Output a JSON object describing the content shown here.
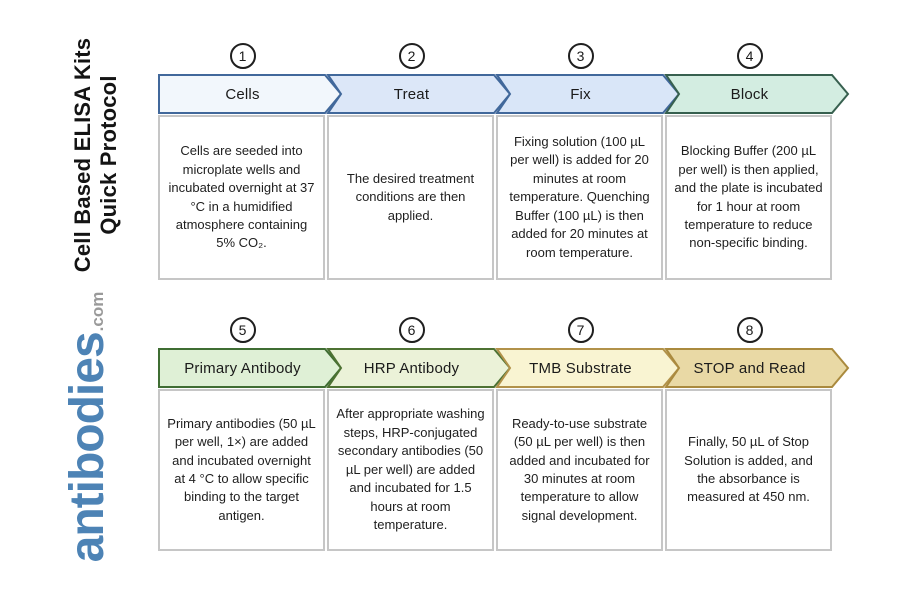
{
  "sidebar": {
    "title_line1": "Cell Based ELISA Kits",
    "title_line2": "Quick Protocol",
    "logo_text": "antibodies",
    "logo_suffix": ".com",
    "logo_color": "#4d83b5",
    "logo_suffix_color": "#9a9a9a"
  },
  "steps": [
    {
      "number": "1",
      "label": "Cells",
      "description": "Cells are seeded into microplate wells and incubated overnight at 37 °C in a humidified atmosphere containing 5% CO₂.",
      "fill": "#f2f7fc",
      "border": "#41689b"
    },
    {
      "number": "2",
      "label": "Treat",
      "description": "The desired treatment conditions are then applied.",
      "fill": "#dce7f8",
      "border": "#41689b"
    },
    {
      "number": "3",
      "label": "Fix",
      "description": "Fixing solution (100 µL per well) is added for 20 minutes at room temperature. Quenching Buffer (100 µL) is then added for 20 minutes at room temperature.",
      "fill": "#d9e6f8",
      "border": "#41689b"
    },
    {
      "number": "4",
      "label": "Block",
      "description": "Blocking Buffer (200 µL per well) is then applied, and the plate is incubated for 1 hour at room temperature to reduce non-specific binding.",
      "fill": "#d3ede1",
      "border": "#37604f"
    },
    {
      "number": "5",
      "label": "Primary Antibody",
      "description": "Primary antibodies (50 µL per well, 1×) are added and incubated overnight at 4 °C to allow specific binding to the target antigen.",
      "fill": "#dff0d6",
      "border": "#3f6d33"
    },
    {
      "number": "6",
      "label": "HRP Antibody",
      "description": "After appropriate washing steps, HRP-conjugated secondary antibodies (50 µL per well) are added and incubated for 1.5 hours at room temperature.",
      "fill": "#ebf2d8",
      "border": "#4e7233"
    },
    {
      "number": "7",
      "label": "TMB Substrate",
      "description": "Ready-to-use substrate (50 µL per well) is then added and incubated for 30 minutes at room temperature to allow signal development.",
      "fill": "#f9f4d2",
      "border": "#b2924a"
    },
    {
      "number": "8",
      "label": "STOP and Read",
      "description": "Finally, 50 µL of Stop Solution is added, and the absorbance is measured at 450 nm.",
      "fill": "#e9d9a5",
      "border": "#aa8a3e"
    }
  ]
}
